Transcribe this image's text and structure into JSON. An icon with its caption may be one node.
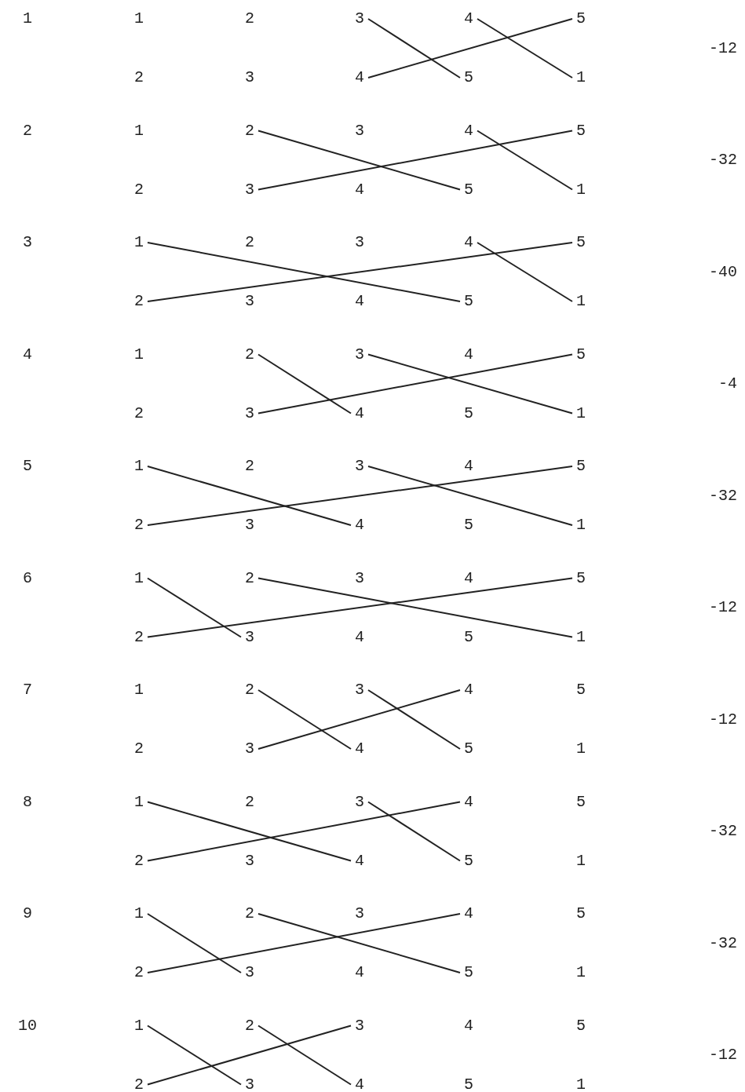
{
  "diagram": {
    "nodes": [
      {
        "text": [
          "3"
        ]
      },
      {
        "text": [
          "4"
        ]
      },
      {
        "text": [
          "5"
        ]
      },
      {
        "text": [
          "4"
        ]
      },
      {
        "text": [
          "5"
        ]
      },
      {
        "text": [
          "1"
        ]
      },
      {
        "text": [
          "2"
        ]
      },
      {
        "text": [
          "4"
        ]
      },
      {
        "text": [
          "5"
        ]
      },
      {
        "text": [
          "3"
        ]
      },
      {
        "text": [
          "5"
        ]
      },
      {
        "text": [
          "1"
        ]
      },
      {
        "text": [
          "1"
        ]
      },
      {
        "text": [
          "4"
        ]
      },
      {
        "text": [
          "5"
        ]
      },
      {
        "text": [
          "2"
        ]
      },
      {
        "text": [
          "5"
        ]
      },
      {
        "text": [
          "1"
        ]
      },
      {
        "text": [
          "2"
        ]
      },
      {
        "text": [
          "3"
        ]
      },
      {
        "text": [
          "5"
        ]
      },
      {
        "text": [
          "3"
        ]
      },
      {
        "text": [
          "4"
        ]
      },
      {
        "text": [
          "1"
        ]
      },
      {
        "text": [
          "1"
        ]
      },
      {
        "text": [
          "3"
        ]
      },
      {
        "text": [
          "5"
        ]
      },
      {
        "text": [
          "2"
        ]
      },
      {
        "text": [
          "4"
        ]
      },
      {
        "text": [
          "1"
        ]
      },
      {
        "text": [
          "1"
        ]
      },
      {
        "text": [
          "2"
        ]
      },
      {
        "text": [
          "5"
        ]
      },
      {
        "text": [
          "2"
        ]
      },
      {
        "text": [
          "3"
        ]
      },
      {
        "text": [
          "1"
        ]
      },
      {
        "text": [
          "2"
        ]
      },
      {
        "text": [
          "3"
        ]
      },
      {
        "text": [
          "4"
        ]
      },
      {
        "text": [
          "3"
        ]
      },
      {
        "text": [
          "4"
        ]
      },
      {
        "text": [
          "5"
        ]
      },
      {
        "text": [
          "1"
        ]
      },
      {
        "text": [
          "3"
        ]
      },
      {
        "text": [
          "4"
        ]
      },
      {
        "text": [
          "2"
        ]
      },
      {
        "text": [
          "4"
        ]
      },
      {
        "text": [
          "5"
        ]
      },
      {
        "text": [
          "1"
        ]
      },
      {
        "text": [
          "2"
        ]
      },
      {
        "text": [
          "4"
        ]
      },
      {
        "text": [
          "2"
        ]
      },
      {
        "text": [
          "3"
        ]
      },
      {
        "text": [
          "5"
        ]
      },
      {
        "text": [
          "1"
        ]
      },
      {
        "text": [
          "2"
        ]
      },
      {
        "text": [
          "3"
        ]
      },
      {
        "text": [
          "2"
        ]
      },
      {
        "text": [
          "3"
        ]
      },
      {
        "text": [
          "4"
        ]
      }
    ],
    "edges": [
      {
        "from": 0,
        "to": 4,
        "arrow": "none"
      },
      {
        "from": 3,
        "to": 2,
        "arrow": "none"
      },
      {
        "from": 1,
        "to": 5,
        "arrow": "none"
      },
      {
        "from": 6,
        "to": 10,
        "arrow": "none"
      },
      {
        "from": 9,
        "to": 8,
        "arrow": "none"
      },
      {
        "from": 7,
        "to": 11,
        "arrow": "none"
      },
      {
        "from": 12,
        "to": 16,
        "arrow": "none"
      },
      {
        "from": 15,
        "to": 14,
        "arrow": "none"
      },
      {
        "from": 13,
        "to": 17,
        "arrow": "none"
      },
      {
        "from": 18,
        "to": 22,
        "arrow": "none"
      },
      {
        "from": 19,
        "to": 23,
        "arrow": "none"
      },
      {
        "from": 21,
        "to": 20,
        "arrow": "none"
      },
      {
        "from": 24,
        "to": 28,
        "arrow": "none"
      },
      {
        "from": 27,
        "to": 26,
        "arrow": "none"
      },
      {
        "from": 25,
        "to": 29,
        "arrow": "none"
      },
      {
        "from": 30,
        "to": 34,
        "arrow": "none"
      },
      {
        "from": 31,
        "to": 35,
        "arrow": "none"
      },
      {
        "from": 33,
        "to": 32,
        "arrow": "none"
      },
      {
        "from": 36,
        "to": 40,
        "arrow": "none"
      },
      {
        "from": 39,
        "to": 38,
        "arrow": "none"
      },
      {
        "from": 37,
        "to": 41,
        "arrow": "none"
      },
      {
        "from": 42,
        "to": 46,
        "arrow": "none"
      },
      {
        "from": 45,
        "to": 44,
        "arrow": "none"
      },
      {
        "from": 43,
        "to": 47,
        "arrow": "none"
      },
      {
        "from": 48,
        "to": 52,
        "arrow": "none"
      },
      {
        "from": 49,
        "to": 53,
        "arrow": "none"
      },
      {
        "from": 51,
        "to": 50,
        "arrow": "none"
      },
      {
        "from": 54,
        "to": 58,
        "arrow": "none"
      },
      {
        "from": 55,
        "to": 59,
        "arrow": "none"
      },
      {
        "from": 57,
        "to": 56,
        "arrow": "none"
      }
    ],
    "labels": [
      "1",
      "1",
      "2",
      "2",
      "3",
      "-12",
      "2",
      "1",
      "3",
      "2",
      "4",
      "-32",
      "3",
      "2",
      "3",
      "3",
      "4",
      "-40",
      "4",
      "1",
      "4",
      "2",
      "5",
      "-4",
      "5",
      "2",
      "4",
      "3",
      "5",
      "-32",
      "6",
      "3",
      "4",
      "4",
      "5",
      "-12",
      "7",
      "1",
      "5",
      "2",
      "1",
      "-12",
      "8",
      "2",
      "5",
      "3",
      "1",
      "-32",
      "9",
      "3",
      "5",
      "4",
      "1",
      "-32",
      "10",
      "4",
      "5",
      "5",
      "1",
      "-12"
    ]
  }
}
